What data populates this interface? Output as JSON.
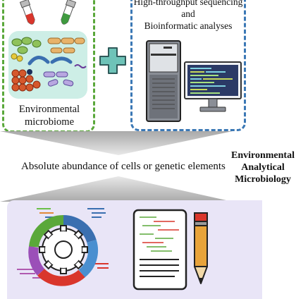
{
  "top_left": {
    "label_line1": "Environmental",
    "label_line2": "microbiome"
  },
  "top_right": {
    "label_line1": "High-throughput sequencing",
    "label_line2": "and",
    "label_line3": "Bioinformatic analyses"
  },
  "center": {
    "label": "Absolute abundance of cells or genetic elements"
  },
  "side": {
    "line1": "Environmental",
    "line2": "Analytical",
    "line3": "Microbiology"
  },
  "colors": {
    "green_border": "#5aa83a",
    "blue_border": "#3b78b5",
    "plus": "#6ec3b8",
    "panel": "#e9e5f7",
    "funnel": "#9a9a9a"
  },
  "icons": [
    "test-tube-red-icon",
    "test-tube-green-icon",
    "microbe-community-icon",
    "plus-icon",
    "server-tower-icon",
    "monitor-icon",
    "gear-ring-chart-icon",
    "report-document-icon",
    "pencil-icon"
  ]
}
